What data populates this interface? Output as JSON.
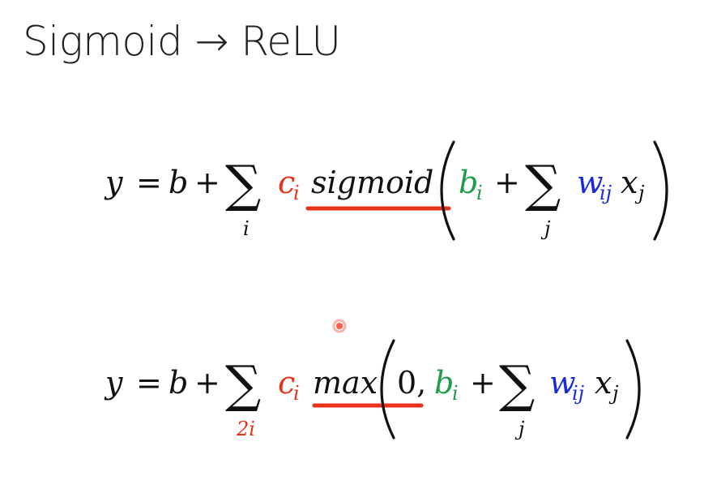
{
  "title": "Sigmoid → ReLU",
  "eq1": {
    "lhs": "y",
    "eq": "=",
    "b": "b",
    "plus1": "+",
    "sum": "∑",
    "sum_sub": "i",
    "c": "c",
    "c_sub": "i",
    "func": "sigmoid",
    "bi": "b",
    "bi_sub": "i",
    "plus2": "+",
    "sum2": "∑",
    "sum2_sub": "j",
    "w": "w",
    "w_sub": "ij",
    "x": "x",
    "x_sub": "j"
  },
  "eq2": {
    "lhs": "y",
    "eq": "=",
    "b": "b",
    "plus1": "+",
    "sum": "∑",
    "sum_sub": "2i",
    "c": "c",
    "c_sub": "i",
    "func": "max",
    "zero": "0,",
    "bi": "b",
    "bi_sub": "i",
    "plus2": "+",
    "sum2": "∑",
    "sum2_sub": "j",
    "w": "w",
    "w_sub": "ij",
    "x": "x",
    "x_sub": "j"
  },
  "colors": {
    "coefficient": "#e8321a",
    "bias": "#1f9c4a",
    "weight": "#1a2ad8",
    "underline": "#e8321a"
  }
}
